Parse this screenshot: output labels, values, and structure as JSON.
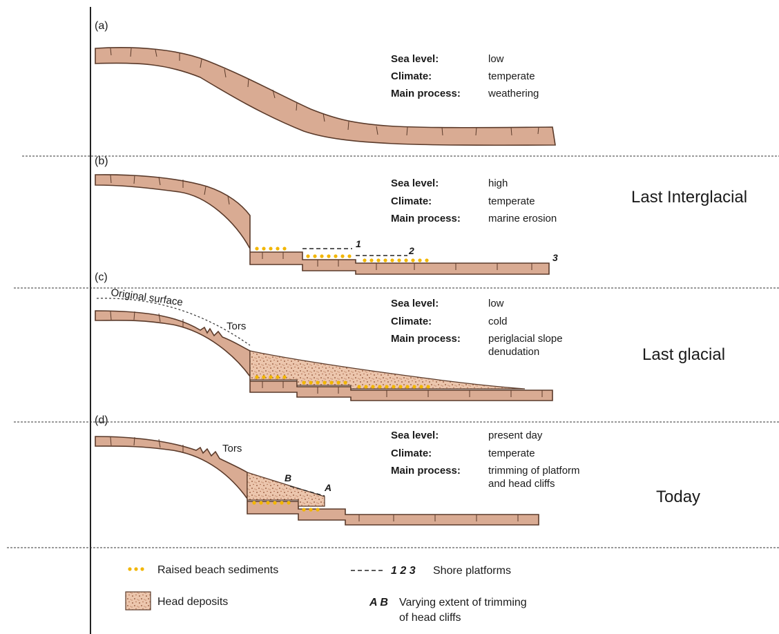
{
  "panels": [
    {
      "id": "(a)",
      "sea_level_label": "Sea level:",
      "sea_level": "low",
      "climate_label": "Climate:",
      "climate": "temperate",
      "process_label": "Main process:",
      "process": [
        "weathering"
      ]
    },
    {
      "id": "(b)",
      "sea_level_label": "Sea level:",
      "sea_level": "high",
      "climate_label": "Climate:",
      "climate": "temperate",
      "process_label": "Main process:",
      "process": [
        "marine erosion"
      ]
    },
    {
      "id": "(c)",
      "sea_level_label": "Sea level:",
      "sea_level": "low",
      "climate_label": "Climate:",
      "climate": "cold",
      "process_label": "Main process:",
      "process": [
        "periglacial slope",
        "denudation"
      ]
    },
    {
      "id": "(d)",
      "sea_level_label": "Sea level:",
      "sea_level": "present day",
      "climate_label": "Climate:",
      "climate": "temperate",
      "process_label": "Main process:",
      "process": [
        "trimming of platform",
        "and head cliffs"
      ]
    }
  ],
  "side_labels": [
    "Last Interglacial",
    "Last glacial",
    "Today"
  ],
  "annotations": {
    "platform_1": "1",
    "platform_2": "2",
    "platform_3": "3",
    "original_surface": "Original surface",
    "tors": "Tors",
    "trim_a": "A",
    "trim_b": "B"
  },
  "legend": {
    "raised_beach": "Raised beach sediments",
    "head_deposits": "Head deposits",
    "shore_numbers": "1  2  3",
    "shore_platforms": "Shore platforms",
    "ab_letters": "A  B",
    "trimming_line1": "Varying extent of trimming",
    "trimming_line2": "of head cliffs"
  },
  "colors": {
    "rock": "#d9ab93",
    "rock_outline": "#5a3a2a",
    "raised_beach": "#f2b600",
    "head_deposit": "#e9c2a8"
  }
}
